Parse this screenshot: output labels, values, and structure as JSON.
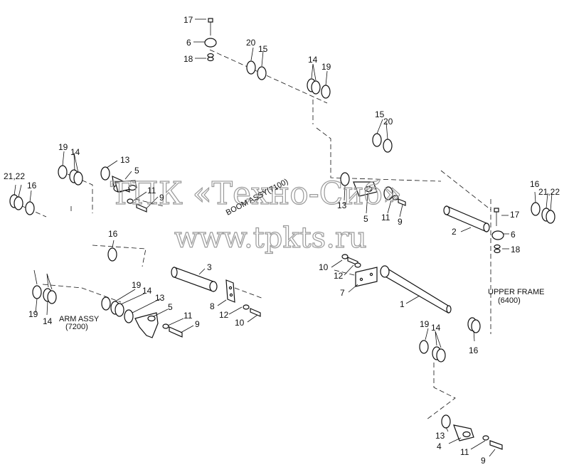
{
  "callouts": [
    {
      "id": "c1",
      "text": "17"
    },
    {
      "id": "c2",
      "text": "6"
    },
    {
      "id": "c3",
      "text": "18"
    },
    {
      "id": "c4",
      "text": "20"
    },
    {
      "id": "c5",
      "text": "15"
    },
    {
      "id": "c6",
      "text": "14"
    },
    {
      "id": "c7",
      "text": "19"
    },
    {
      "id": "c8",
      "text": "15"
    },
    {
      "id": "c9",
      "text": "20"
    },
    {
      "id": "c10",
      "text": "19"
    },
    {
      "id": "c11",
      "text": "14"
    },
    {
      "id": "c12",
      "text": "21,22"
    },
    {
      "id": "c13",
      "text": "16"
    },
    {
      "id": "c14",
      "text": "13"
    },
    {
      "id": "c15",
      "text": "5"
    },
    {
      "id": "c16",
      "text": "11"
    },
    {
      "id": "c17",
      "text": "9"
    },
    {
      "id": "c18",
      "text": "13"
    },
    {
      "id": "c19",
      "text": "5"
    },
    {
      "id": "c20",
      "text": "11"
    },
    {
      "id": "c21",
      "text": "9"
    },
    {
      "id": "c22",
      "text": "16"
    },
    {
      "id": "c23",
      "text": "21,22"
    },
    {
      "id": "c24",
      "text": "17"
    },
    {
      "id": "c25",
      "text": "2"
    },
    {
      "id": "c26",
      "text": "6"
    },
    {
      "id": "c27",
      "text": "18"
    },
    {
      "id": "c28",
      "text": "16"
    },
    {
      "id": "c29",
      "text": "3"
    },
    {
      "id": "c30",
      "text": "10"
    },
    {
      "id": "c31",
      "text": "12"
    },
    {
      "id": "c32",
      "text": "7"
    },
    {
      "id": "c33",
      "text": "1"
    },
    {
      "id": "c34",
      "text": "8"
    },
    {
      "id": "c35",
      "text": "12"
    },
    {
      "id": "c36",
      "text": "10"
    },
    {
      "id": "c37",
      "text": "19"
    },
    {
      "id": "c38",
      "text": "14"
    },
    {
      "id": "c39",
      "text": "13"
    },
    {
      "id": "c40",
      "text": "5"
    },
    {
      "id": "c41",
      "text": "11"
    },
    {
      "id": "c42",
      "text": "9"
    },
    {
      "id": "c43",
      "text": "19"
    },
    {
      "id": "c44",
      "text": "14"
    },
    {
      "id": "c45",
      "text": "16"
    },
    {
      "id": "c46",
      "text": "19"
    },
    {
      "id": "c47",
      "text": "14"
    },
    {
      "id": "c48",
      "text": "13"
    },
    {
      "id": "c49",
      "text": "4"
    },
    {
      "id": "c50",
      "text": "11"
    },
    {
      "id": "c51",
      "text": "9"
    }
  ],
  "notes": {
    "boom_assy": "BOOM ASSY(7100)",
    "arm_assy_line1": "ARM ASSY",
    "arm_assy_line2": "(7200)",
    "upper_frame_line1": "UPPER FRAME",
    "upper_frame_line2": "(6400)"
  },
  "watermark": {
    "line1": "ТПК «Техно-Сиб»",
    "line2": "www.tpkts.ru"
  },
  "colors": {
    "line": "#111111",
    "watermark": "#9a9a9a",
    "background": "#ffffff"
  }
}
